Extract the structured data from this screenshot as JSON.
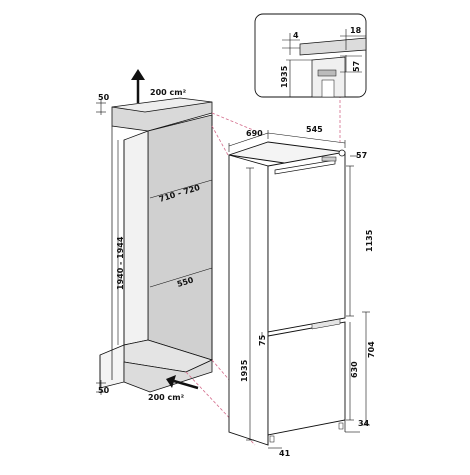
{
  "labels": {
    "top_vent": "200 cm²",
    "bottom_vent": "200 cm²",
    "niche_top_gap": "50",
    "niche_bottom_gap": "50",
    "niche_height": "1940 - 1944",
    "niche_depth": "710 - 720",
    "niche_width": "550",
    "appliance_depth": "690",
    "appliance_width": "545",
    "hinge_offset_right": "57",
    "upper_door_height": "1135",
    "appliance_height": "1935",
    "door_gap": "75",
    "lower_door_height": "630",
    "lower_section_height": "704",
    "foot_offset": "34",
    "plinth_depth": "41",
    "detail_height": "1935",
    "detail_gap": "4",
    "detail_top": "18",
    "detail_offset": "57"
  },
  "colors": {
    "line": "#111111",
    "dashed_guide": "#d36a8a",
    "niche_fill": "#e6e6e6",
    "niche_back": "#cfcfcf",
    "appliance_fill": "#ffffff",
    "detail_fill": "#d8d8d8"
  },
  "icons": {
    "airflow_up": "arrow-up-icon",
    "airflow_in": "arrow-right-icon"
  }
}
